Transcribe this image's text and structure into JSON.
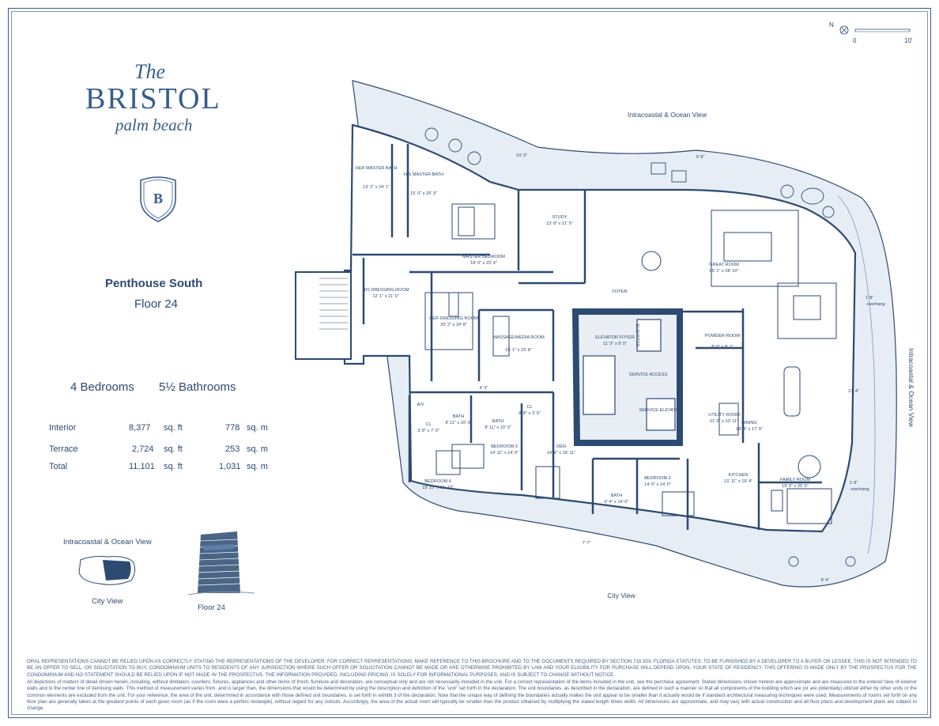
{
  "brand": {
    "the": "The",
    "name": "BRISTOL",
    "location": "palm beach",
    "shield_letter": "B"
  },
  "unit": {
    "name": "Penthouse South",
    "floor": "Floor 24",
    "bedrooms": "4 Bedrooms",
    "bathrooms": "5½ Bathrooms"
  },
  "areas": [
    {
      "label": "Interior",
      "sqft": "8,377",
      "sqft_unit": "sq. ft",
      "sqm": "778",
      "sqm_unit": "sq. m"
    },
    {
      "label": "Terrace",
      "sqft": "2,724",
      "sqft_unit": "sq. ft",
      "sqm": "253",
      "sqm_unit": "sq. m"
    },
    {
      "label": "Total",
      "sqft": "11,101",
      "sqft_unit": "sq. ft",
      "sqm": "1,031",
      "sqm_unit": "sq. m"
    }
  ],
  "keyplan": {
    "top_label": "Intracoastal & Ocean View",
    "bottom_label": "City View",
    "building_label": "Floor 24"
  },
  "compass": {
    "north": "N",
    "scale_start": "0",
    "scale_end": "10'"
  },
  "plan": {
    "views": {
      "top": "Intracoastal & Ocean View",
      "right": "Intracoastal & Ocean View",
      "bottom": "City View"
    },
    "rooms": [
      {
        "name": "HER MASTER BATH",
        "dim": "13' 2\" x 24' 1\""
      },
      {
        "name": "HIS MASTER BATH",
        "dim": "15' 0\" x 20' 3\""
      },
      {
        "name": "MASTER BEDROOM",
        "dim": "18' 0\" x 23' 4\""
      },
      {
        "name": "STUDY",
        "dim": "13' 8\" x 21' 5\""
      },
      {
        "name": "GREAT ROOM",
        "dim": "65' 1\" x 28' 10\""
      },
      {
        "name": "HIS DRESSING ROOM",
        "dim": "12' 1\" x 11' 0\""
      },
      {
        "name": "HER DRESSING ROOM",
        "dim": "20' 2\" x 24' 8\""
      },
      {
        "name": "MASSAGE/MEDIA ROOM",
        "dim": "15' 1\" x 15' 8\""
      },
      {
        "name": "ELEVATOR FOYER",
        "dim": "11' 3\" x 8' 0\""
      },
      {
        "name": "POWDER ROOM",
        "dim": "8' 0\" x 8' 1\""
      },
      {
        "name": "FOYER",
        "dim": ""
      },
      {
        "name": "ELEVATOR",
        "dim": ""
      },
      {
        "name": "SERVICE ACCESS",
        "dim": ""
      },
      {
        "name": "SERVICE ELEVATOR",
        "dim": ""
      },
      {
        "name": "UTILITY ROOM",
        "dim": "11' 0\" x 10' 11\""
      },
      {
        "name": "DINING",
        "dim": "19' 4\" x 17' 9\""
      },
      {
        "name": "BATH",
        "dim": "8' 11\" x 10' 0\""
      },
      {
        "name": "BATH",
        "dim": "8' 11\" x 10' 0\""
      },
      {
        "name": "CL",
        "dim": "8' 8\" x 3' 9\""
      },
      {
        "name": "BEDROOM 3",
        "dim": "14' 11\" x 14' 0\""
      },
      {
        "name": "DEN",
        "dim": "14' 4\" x 16' 11\""
      },
      {
        "name": "BEDROOM 2",
        "dim": "14' 0\" x 14' 0\""
      },
      {
        "name": "BATH",
        "dim": "9' 4\" x 14' 0\""
      },
      {
        "name": "KITCHEN",
        "dim": "13' 11\" x 19' 4\""
      },
      {
        "name": "FAMILY ROOM",
        "dim": "19' 6\" x 25' 6\""
      },
      {
        "name": "BEDROOM 4",
        "dim": "15' 10\" x 11' 10\""
      },
      {
        "name": "A/V",
        "dim": ""
      },
      {
        "name": "CL",
        "dim": "3' 8\" x 7' 0\""
      }
    ],
    "dimensions": [
      "10' 0\"",
      "9' 8\"",
      "4' 3\"",
      "7' 7\"",
      "8' 4\"",
      "13' 4\""
    ],
    "overhangs": [
      {
        "dim": "1' 8\"",
        "label": "overhang"
      },
      {
        "dim": "1' 8\"",
        "label": "overhang"
      }
    ]
  },
  "legal": {
    "p1": "ORAL REPRESENTATIONS CANNOT BE RELIED UPON AS CORRECTLY STATING THE REPRESENTATIONS OF THE DEVELOPER. FOR CORRECT REPRESENTATIONS, MAKE REFERENCE TO THIS BROCHURE AND TO THE DOCUMENTS REQUIRED BY SECTION 718.503, FLORIDA STATUTES, TO BE FURNISHED BY A DEVELOPER TO A BUYER OR LESSEE. THIS IS NOT INTENDED TO BE AN OFFER TO SELL, OR SOLICITATION TO BUY, CONDOMINIUM UNITS TO RESIDENTS OF ANY JURISDICTION WHERE SUCH OFFER OR SOLICITATION CANNOT BE MADE OR ARE OTHERWISE PROHIBITED BY LAW AND YOUR ELIGIBILITY FOR PURCHASE WILL DEPEND UPON. YOUR STATE OF RESIDENCY. THIS OFFERING IS MADE ONLY BY THE PROSPECTUS FOR THE CONDOMINIUM AND NO STATEMENT SHOULD BE RELIED UPON IF NOT MADE IN THE PROSPECTUS. THE INFORMATION PROVIDED, INCLUDING PRICING, IS SOLELY FOR INFORMATIONAL PURPOSES, AND IS SUBJECT TO CHANGE WITHOUT NOTICE.",
    "p2": "All depictions of matters of detail shown herein, including, without limitation, counters, fixtures, appliances and other items of finish, furniture and decoration, are conceptual only and are not necessarily included in the unit. For a correct representation of the items included in the unit, see the purchase agreement. Stated dimensions shown hereon are approximate and are measured to the exterior face of exterior walls and to the center line of demising walls. This method of measurement varies from, and is larger than, the dimensions that would be determined by using the description and definition of the \"unit\" set forth in the declaration. The unit boundaries, as described in the declaration, are defined in such a manner so that all components of the building which are (or are potentially) utilized either by other units or the common elements are excluded from the unit. For your reference, the area of the unit, determined in accordance with those defined unit boundaries, is set forth in exhibit 3 of the declaration. Note that the unique way of defining the boundaries actually makes the unit appear to be smaller than it actually would be if standard architectural measuring techniques were used. Measurements of rooms set forth on any floor plan are generally taken at the greatest points of each given room (as if the room were a perfect rectangle), without regard for any cutouts. Accordingly, the area of the actual room will typically be smaller than the product obtained by multiplying the stated length times width. All dimensions are approximate, and may vary with actual construction and all floor plans and development plans are subject to change."
  }
}
